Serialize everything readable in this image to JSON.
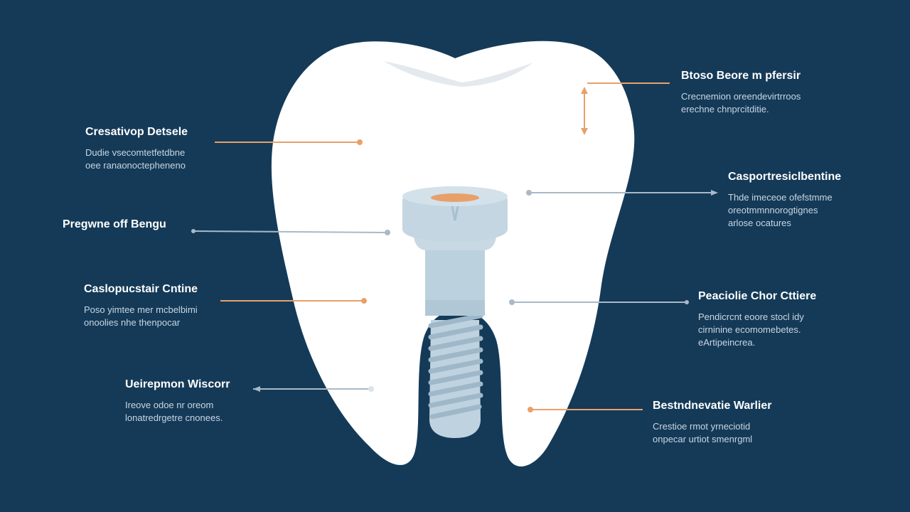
{
  "colors": {
    "background": "#143a58",
    "tooth": "#ffffff",
    "implant": "#c4d6e2",
    "accent": "#e8a06a",
    "leader_line_light": "#a9b9c8"
  },
  "callouts": {
    "left": [
      {
        "title": "Cresativop Detsele",
        "desc": [
          "Dudie vsecomtetfetdbne",
          "oee ranaonoctepheneno"
        ]
      },
      {
        "title": "Pregwne off Bengu",
        "desc": []
      },
      {
        "title": "Caslopucstair Cntine",
        "desc": [
          "Poso yimtee mer mcbelbimi",
          "onoolies nhe thenpocar"
        ]
      },
      {
        "title": "Ueirepmon Wiscorr",
        "desc": [
          "Ireove odoe nr oreom",
          "lonatredrgetre cnonees."
        ]
      }
    ],
    "right": [
      {
        "title": "Btoso Beore m pfersir",
        "desc": [
          "Crecnemion oreendevirtrroos",
          "erechne chnprcitditie."
        ]
      },
      {
        "title": "Casportresiclbentine",
        "desc": [
          "Thde imeceoe ofefstmme",
          "oreotmmnnorogtignes",
          "arlose ocatures"
        ]
      },
      {
        "title": "Peaciolie Chor Cttiere",
        "desc": [
          "Pendicrcnt eoore stocl idy",
          "cirninine ecomomebetes.",
          "eArtipeincrea."
        ]
      },
      {
        "title": "Bestndnevatie Warlier",
        "desc": [
          "Crestioe rmot yrneciotid",
          "onpecar urtiot smenrgml"
        ]
      }
    ]
  }
}
